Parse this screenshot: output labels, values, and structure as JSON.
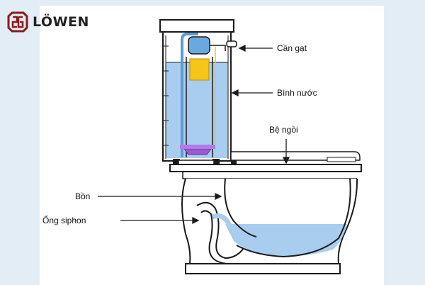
{
  "brand": {
    "name": "LÖWEN",
    "icon": "brand-monogram-icon",
    "color": "#8b1a1a"
  },
  "labels": {
    "can_gat": "Cần gạt",
    "binh_nuoc": "Bình nước",
    "be_ngoi": "Bệ ngồi",
    "bon": "Bồn",
    "ong_siphon": "Ống siphon"
  },
  "colors": {
    "water": "#a8cdef",
    "float": "#f5c518",
    "flapper": "#9b59d6",
    "valve": "#5b9bd5",
    "outline": "#1a1a1a"
  }
}
